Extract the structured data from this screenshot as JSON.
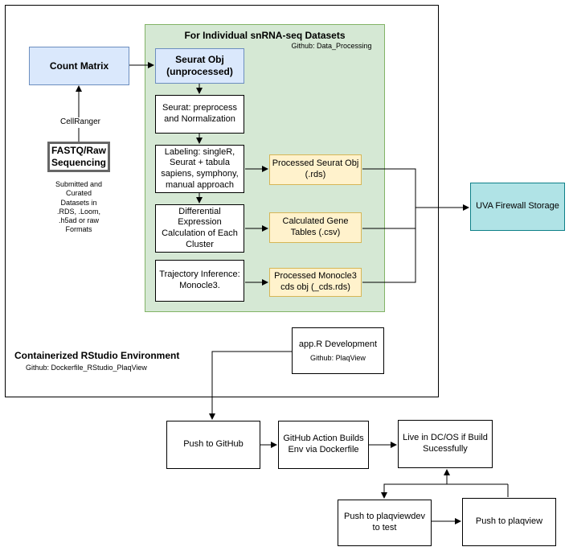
{
  "container": {
    "title": "Containerized RStudio Environment",
    "github": "Github: Dockerfile_RStudio_PlaqView"
  },
  "panel": {
    "title": "For Individual snRNA-seq Datasets",
    "github": "Github: Data_Processing"
  },
  "nodes": {
    "count_matrix": "Count Matrix",
    "fastq": "FASTQ/Raw\nSequencing",
    "fastq_caption": "Submitted and\nCurated\nDatasets in\n.RDS, .Loom,\n.h5ad or raw\nFormats",
    "cellranger": "CellRanger",
    "seurat_obj": "Seurat Obj\n(unprocessed)",
    "preprocess": "Seurat: preprocess\nand Normalization",
    "labeling": "Labeling: singleR,\nSeurat + tabula\nsapiens, symphony,\nmanual approach",
    "diff_expr": "Differential\nExpression\nCalculation of Each\nCluster",
    "trajectory": "Trajectory Inference:\nMonocle3.",
    "processed_seurat": "Processed Seurat Obj\n(.rds)",
    "gene_tables": "Calculated Gene\nTables (.csv)",
    "monocle_obj": "Processed Monocle3\ncds obj (_cds.rds)",
    "uva_storage": "UVA Firewall Storage",
    "app_dev": "app.R Development",
    "app_github": "Github: PlaqView",
    "push_github": "Push to GitHub",
    "gh_action": "GitHub Action Builds\nEnv via Dockerfile",
    "live": "Live in DC/OS if Build\nSucessfully",
    "push_dev": "Push to plaqviewdev\nto test",
    "push_plaqview": "Push to plaqview"
  },
  "colors": {
    "panel_fill": "#d5e8d4",
    "panel_border": "#82b366",
    "blue_fill": "#dae8fc",
    "yellow_fill": "#fff2cc",
    "teal_fill": "#b0e3e6"
  }
}
